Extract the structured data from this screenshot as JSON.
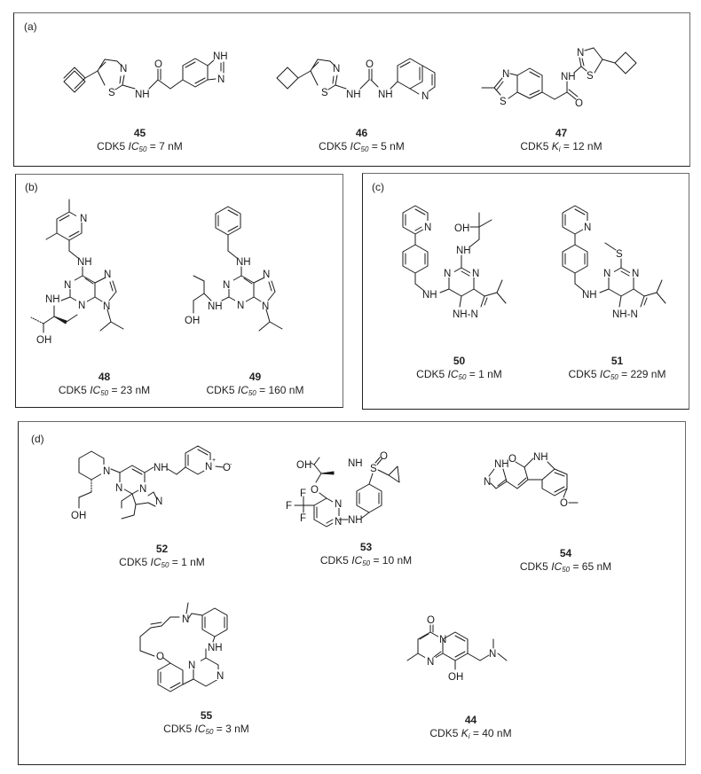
{
  "figure": {
    "panels": [
      {
        "id": "a",
        "label": "(a)"
      },
      {
        "id": "b",
        "label": "(b)"
      },
      {
        "id": "c",
        "label": "(c)"
      },
      {
        "id": "d",
        "label": "(d)"
      }
    ],
    "target": "CDK5",
    "compounds": {
      "c45": {
        "number": "45",
        "target": "CDK5",
        "metric": "IC",
        "metric_sub": "50",
        "value": "7 nM",
        "panel": "a"
      },
      "c46": {
        "number": "46",
        "target": "CDK5",
        "metric": "IC",
        "metric_sub": "50",
        "value": "5 nM",
        "panel": "a"
      },
      "c47": {
        "number": "47",
        "target": "CDK5",
        "metric": "K",
        "metric_sub": "i",
        "value": "12 nM",
        "panel": "a"
      },
      "c48": {
        "number": "48",
        "target": "CDK5",
        "metric": "IC",
        "metric_sub": "50",
        "value": "23 nM",
        "panel": "b"
      },
      "c49": {
        "number": "49",
        "target": "CDK5",
        "metric": "IC",
        "metric_sub": "50",
        "value": "160 nM",
        "panel": "b"
      },
      "c50": {
        "number": "50",
        "target": "CDK5",
        "metric": "IC",
        "metric_sub": "50",
        "value": "1 nM",
        "panel": "c"
      },
      "c51": {
        "number": "51",
        "target": "CDK5",
        "metric": "IC",
        "metric_sub": "50",
        "value": "229 nM",
        "panel": "c"
      },
      "c52": {
        "number": "52",
        "target": "CDK5",
        "metric": "IC",
        "metric_sub": "50",
        "value": "1 nM",
        "panel": "d"
      },
      "c53": {
        "number": "53",
        "target": "CDK5",
        "metric": "IC",
        "metric_sub": "50",
        "value": "10 nM",
        "panel": "d"
      },
      "c54": {
        "number": "54",
        "target": "CDK5",
        "metric": "IC",
        "metric_sub": "50",
        "value": "65 nM",
        "panel": "d"
      },
      "c55": {
        "number": "55",
        "target": "CDK5",
        "metric": "IC",
        "metric_sub": "50",
        "value": "3 nM",
        "panel": "d"
      },
      "c44": {
        "number": "44",
        "target": "CDK5",
        "metric": "K",
        "metric_sub": "i",
        "value": "40 nM",
        "panel": "d"
      }
    },
    "atom_labels": {
      "N": "N",
      "NH": "NH",
      "S": "S",
      "O": "O",
      "OH": "OH",
      "F": "F",
      "NH_dash": "NH-N",
      "N_plus": "N",
      "plus": "+",
      "O_minus": "O",
      "minus": "-"
    },
    "colors": {
      "line": "#1a1a1a",
      "border_dark": "#222222",
      "border_light": "#6a6a6a",
      "background": "#ffffff"
    }
  }
}
